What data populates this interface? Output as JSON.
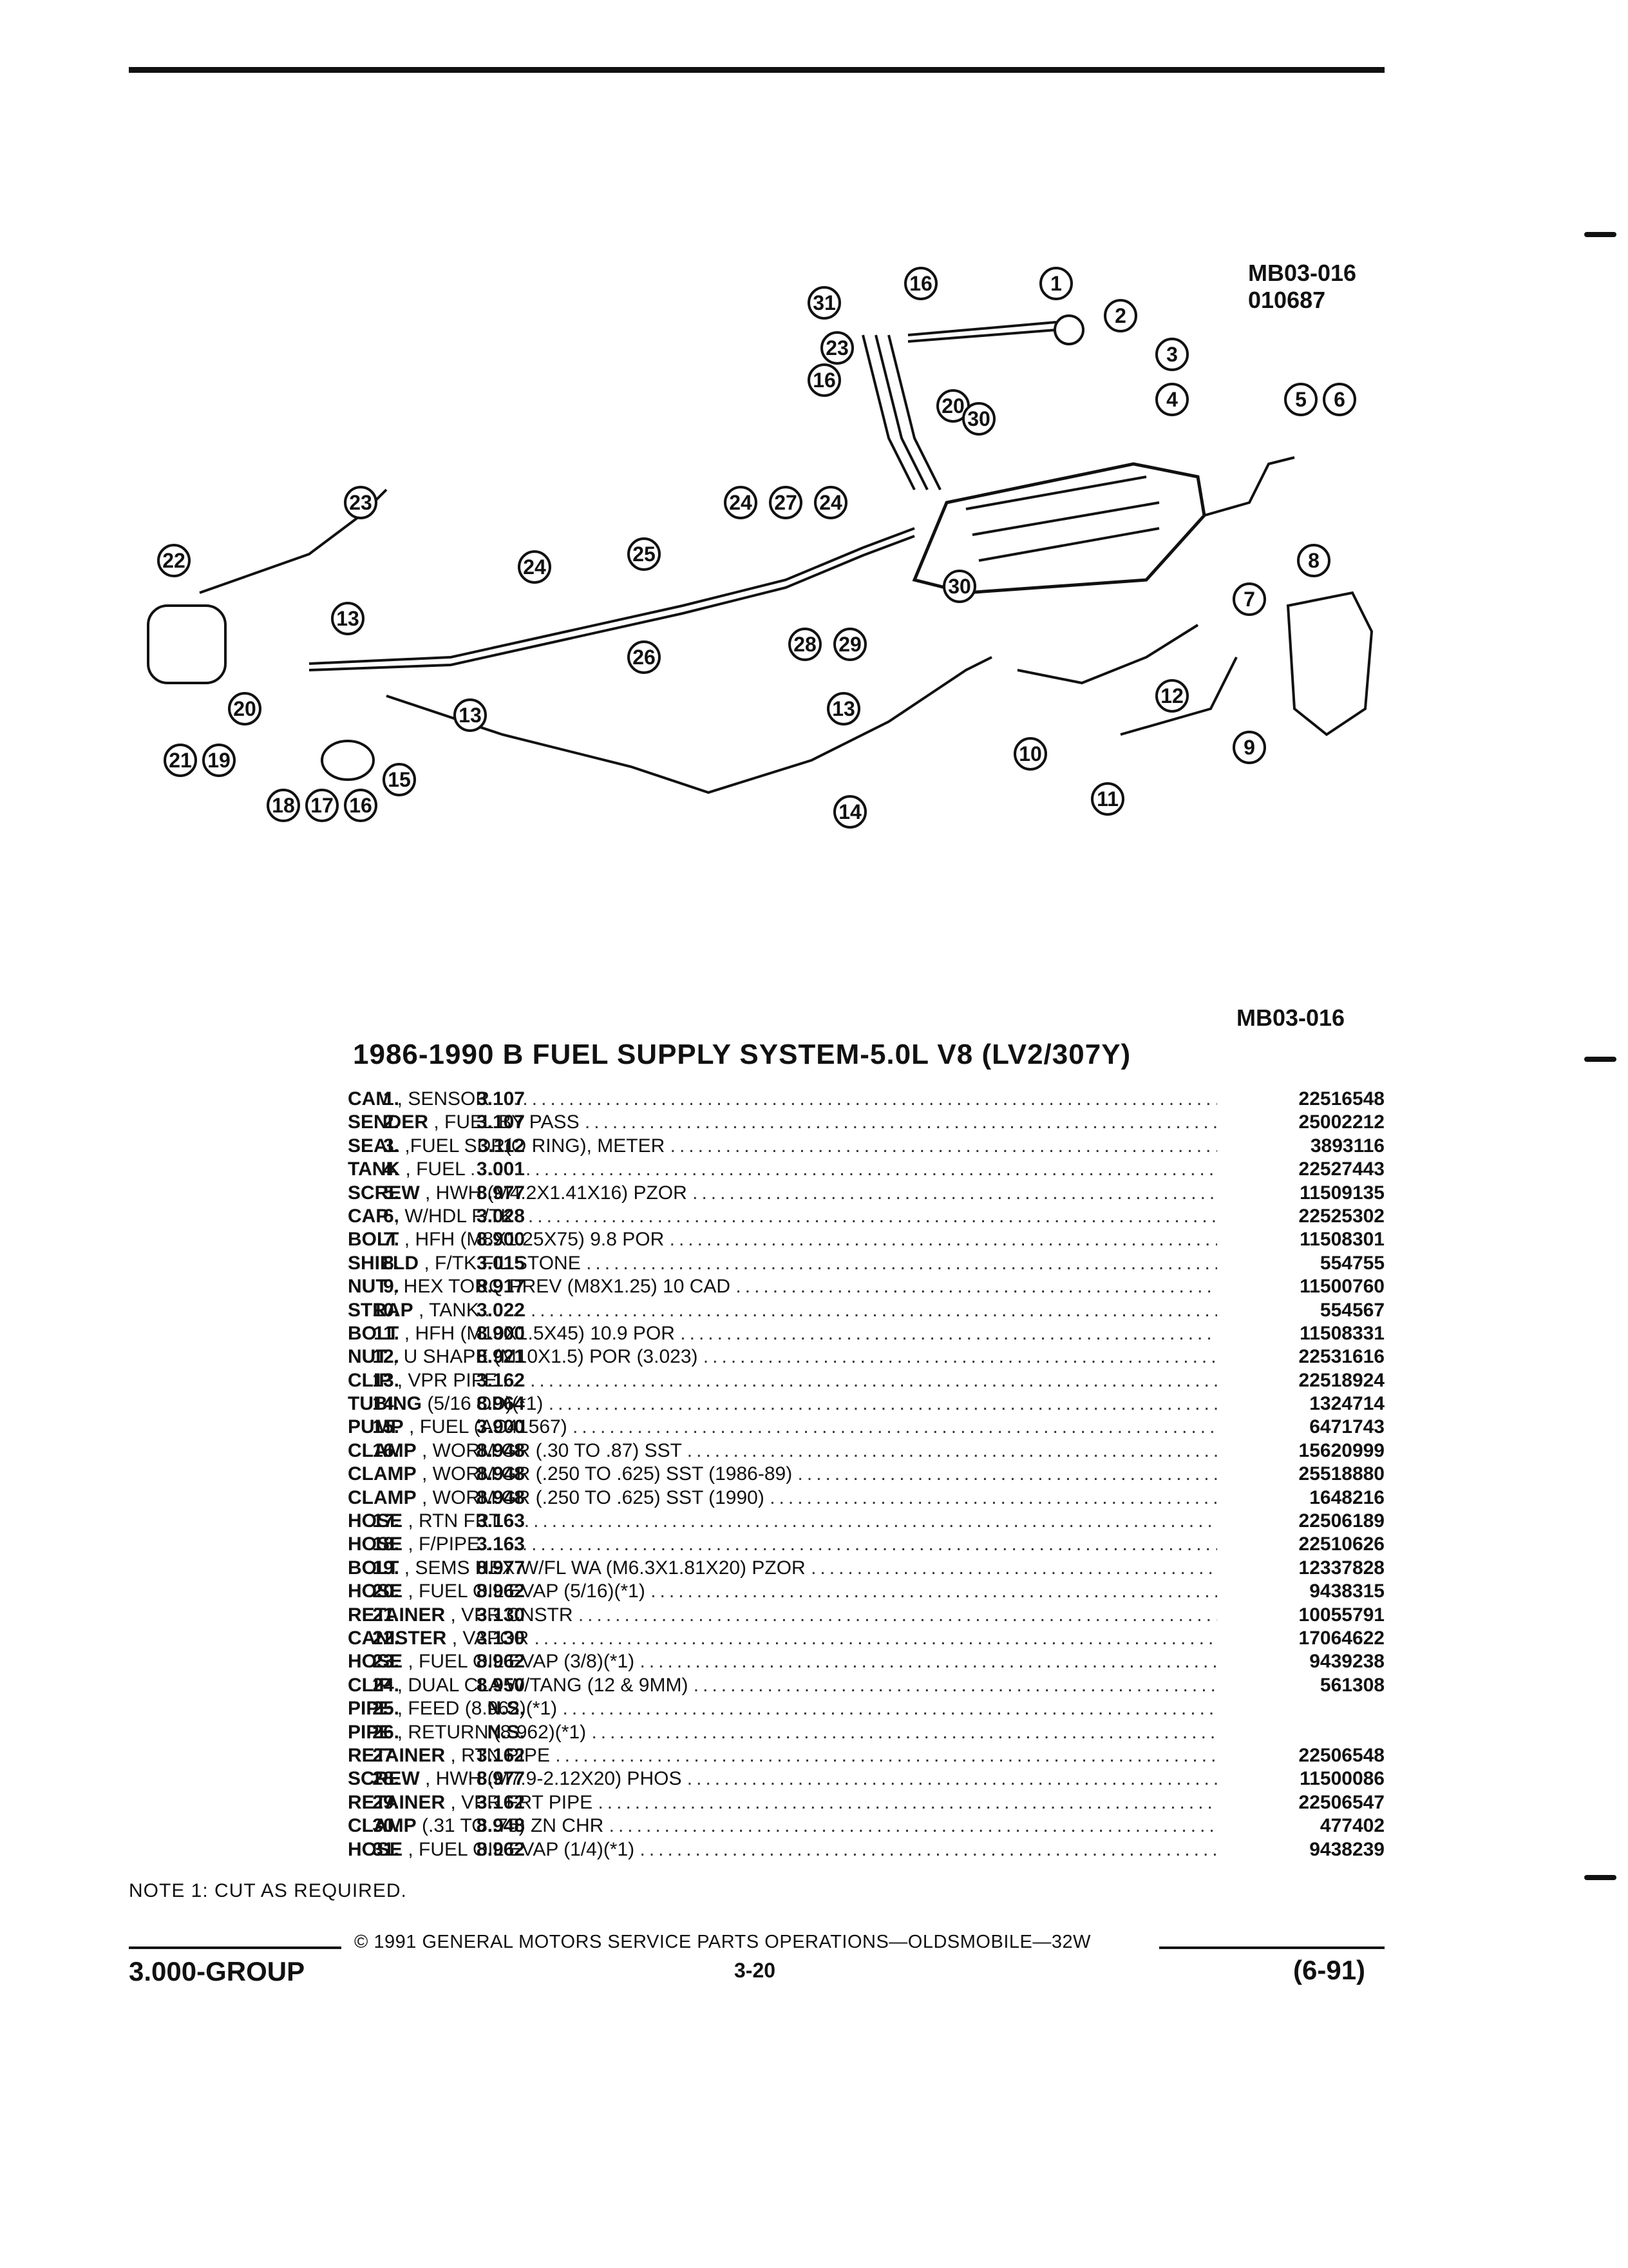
{
  "diagram": {
    "code": "MB03-016",
    "number": "010687",
    "callouts": [
      "1",
      "2",
      "3",
      "4",
      "5",
      "6",
      "7",
      "8",
      "9",
      "10",
      "11",
      "12",
      "13",
      "14",
      "15",
      "16",
      "17",
      "18",
      "19",
      "20",
      "21",
      "22",
      "23",
      "24",
      "25",
      "26",
      "27",
      "28",
      "29",
      "30",
      "31"
    ]
  },
  "figure_ref": "MB03-016",
  "title": "1986-1990 B FUEL SUPPLY SYSTEM-5.0L V8 (LV2/307Y)",
  "parts": [
    {
      "num": "1.",
      "group": "3.107",
      "name": "CAM",
      "desc": ", SENSOR",
      "pn": "22516548"
    },
    {
      "num": "2.",
      "group": "3.107",
      "name": "SENDER",
      "desc": ", FUEL BY PASS",
      "pn": "25002212"
    },
    {
      "num": "3.",
      "group": "3.112",
      "name": "SEAL",
      "desc": ",FUEL SDR(O RING), METER",
      "pn": "3893116"
    },
    {
      "num": "4.",
      "group": "3.001",
      "name": "TANK",
      "desc": ", FUEL",
      "pn": "22527443"
    },
    {
      "num": "5.",
      "group": "8.977",
      "name": "SCREW",
      "desc": ", HWH (M4.2X1.41X16) PZOR",
      "pn": "11509135"
    },
    {
      "num": "6.",
      "group": "3.028",
      "name": "CAP",
      "desc": ", W/HDL F/TK",
      "pn": "22525302"
    },
    {
      "num": "7.",
      "group": "8.900",
      "name": "BOLT",
      "desc": ", HFH (M8X1.25X75) 9.8 POR",
      "pn": "11508301"
    },
    {
      "num": "8.",
      "group": "3.015",
      "name": "SHIELD",
      "desc": ", F/TK FIL STONE",
      "pn": "554755"
    },
    {
      "num": "9.",
      "group": "8.917",
      "name": "NUT",
      "desc": ", HEX TORQ PREV (M8X1.25) 10 CAD",
      "pn": "11500760"
    },
    {
      "num": "10.",
      "group": "3.022",
      "name": "STRAP",
      "desc": ", TANK",
      "pn": "554567"
    },
    {
      "num": "11.",
      "group": "8.900",
      "name": "BOLT",
      "desc": ", HFH (M10X1.5X45) 10.9 POR",
      "pn": "11508331"
    },
    {
      "num": "12.",
      "group": "8.921",
      "name": "NUT",
      "desc": ", U SHAPE (M10X1.5) POR (3.023)",
      "pn": "22531616"
    },
    {
      "num": "13.",
      "group": "3.162",
      "name": "CLIP",
      "desc": ", VPR PIPE",
      "pn": "22518924"
    },
    {
      "num": "14.",
      "group": "8.964",
      "name": "TUBING",
      "desc": "(5/16 OD)(*1)",
      "pn": "1324714"
    },
    {
      "num": "15.",
      "group": "3.900",
      "name": "PUMP",
      "desc": ", FUEL (AC41567)",
      "pn": "6471743"
    },
    {
      "num": "16.",
      "group": "8.948",
      "name": "CLAMP",
      "desc": ", WORM GR (.30 TO .87) SST",
      "pn": "15620999"
    },
    {
      "num": "",
      "group": "8.948",
      "name": "CLAMP",
      "desc": ", WORM GR (.250 TO .625) SST (1986-89)",
      "pn": "25518880"
    },
    {
      "num": "",
      "group": "8.948",
      "name": "CLAMP",
      "desc": ", WORM GR (.250 TO .625) SST (1990)",
      "pn": "1648216"
    },
    {
      "num": "17.",
      "group": "3.163",
      "name": "HOSE",
      "desc": ", RTN FRT",
      "pn": "22506189"
    },
    {
      "num": "18.",
      "group": "3.163",
      "name": "HOSE",
      "desc": ", F/PIPE",
      "pn": "22510626"
    },
    {
      "num": "19.",
      "group": "8.977",
      "name": "BOLT",
      "desc": ", SEMS HEX W/FL WA (M6.3X1.81X20) PZOR",
      "pn": "12337828"
    },
    {
      "num": "20.",
      "group": "8.962",
      "name": "HOSE",
      "desc": ", FUEL OIL EVAP (5/16)(*1)",
      "pn": "9438315"
    },
    {
      "num": "21.",
      "group": "3.130",
      "name": "RETAINER",
      "desc": ", VPR CNSTR",
      "pn": "10055791"
    },
    {
      "num": "22.",
      "group": "3.130",
      "name": "CANISTER",
      "desc": ", VAPOR",
      "pn": "17064622"
    },
    {
      "num": "23.",
      "group": "8.962",
      "name": "HOSE",
      "desc": ", FUEL OIL EVAP (3/8)(*1)",
      "pn": "9439238"
    },
    {
      "num": "24.",
      "group": "8.950",
      "name": "CLIP",
      "desc": ", DUAL CLA W/TANG (12 & 9MM)",
      "pn": "561308"
    },
    {
      "num": "25.",
      "group": "N.S.",
      "name": "PIPE",
      "desc": ", FEED (8.962)(*1)",
      "pn": ""
    },
    {
      "num": "26.",
      "group": "N.S.",
      "name": "PIPE",
      "desc": ", RETURN (8.962)(*1)",
      "pn": ""
    },
    {
      "num": "27.",
      "group": "3.162",
      "name": "RETAINER",
      "desc": ", RTN PIPE",
      "pn": "22506548"
    },
    {
      "num": "28.",
      "group": "8.977",
      "name": "SCREW",
      "desc": ", HWH (M7.9-2.12X20) PHOS",
      "pn": "11500086"
    },
    {
      "num": "29.",
      "group": "3.162",
      "name": "RETAINER",
      "desc": ", VPR FRT PIPE",
      "pn": "22506547"
    },
    {
      "num": "30.",
      "group": "8.948",
      "name": "CLAMP",
      "desc": "(.31 TO .75) ZN CHR",
      "pn": "477402"
    },
    {
      "num": "31.",
      "group": "8.962",
      "name": "HOSE",
      "desc": ", FUEL OIL EVAP (1/4)(*1)",
      "pn": "9438239"
    }
  ],
  "note": "NOTE 1: CUT AS REQUIRED.",
  "footer": {
    "copyright": "© 1991 GENERAL MOTORS SERVICE PARTS OPERATIONS—OLDSMOBILE—32W",
    "group": "3.000-GROUP",
    "page": "3-20",
    "date": "(6-91)"
  }
}
